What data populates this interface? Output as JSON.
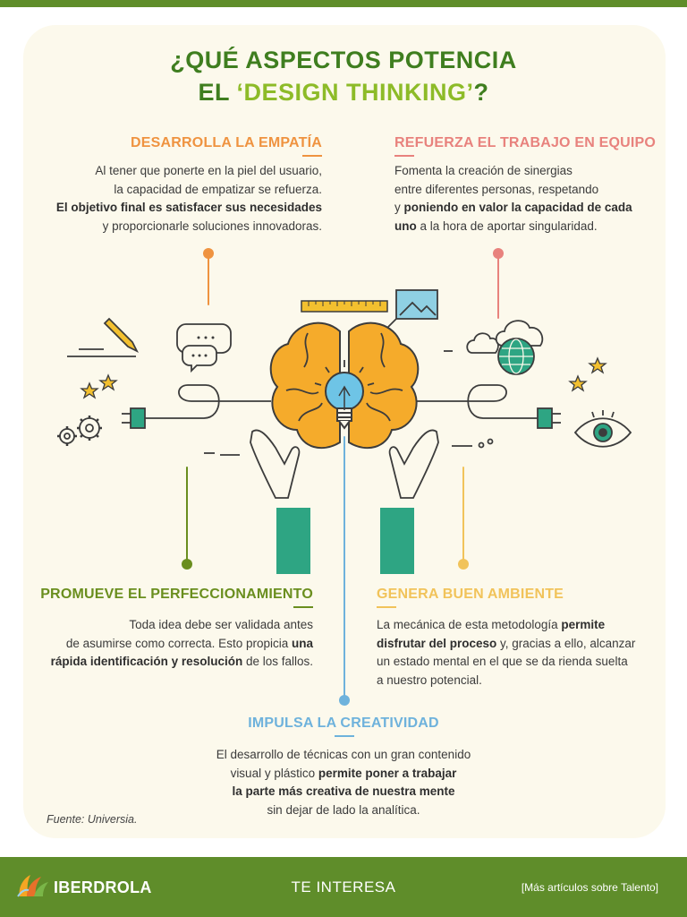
{
  "title": {
    "line1": "¿QUÉ ASPECTOS POTENCIA",
    "line2_prefix": "EL ",
    "line2_accent": "‘DESIGN THINKING’",
    "line2_suffix": "?"
  },
  "sections": {
    "empatia": {
      "heading": "DESARROLLA LA EMPATÍA",
      "l1": "Al tener que ponerte en la piel del usuario,",
      "l2": "la capacidad de empatizar se refuerza.",
      "l3": "El objetivo final es satisfacer sus necesidades",
      "l4": "y proporcionarle soluciones innovadoras.",
      "color": "#ef9340"
    },
    "equipo": {
      "heading": "REFUERZA EL TRABAJO EN EQUIPO",
      "l1": "Fomenta la creación de sinergias",
      "l2": "entre diferentes personas, respetando",
      "l3a": "y ",
      "l3b": "poniendo en valor la capacidad de cada",
      "l4a": "uno",
      "l4b": " a la hora de aportar singularidad.",
      "color": "#e8827d"
    },
    "perfeccionamiento": {
      "heading": "PROMUEVE EL PERFECCIONAMIENTO",
      "l1": "Toda idea debe ser validada antes",
      "l2a": "de asumirse como correcta. Esto propicia ",
      "l2b": "una",
      "l3a": "rápida identificación y resolución",
      "l3b": " de los fallos.",
      "color": "#6a8e1e"
    },
    "ambiente": {
      "heading": "GENERA BUEN AMBIENTE",
      "l1a": "La mecánica de esta metodología ",
      "l1b": "permite",
      "l2a": "disfrutar del proceso",
      "l2b": " y, gracias a ello, alcanzar",
      "l3": "un estado mental en el que se da rienda suelta",
      "l4": "a nuestro potencial.",
      "color": "#f1c35a"
    },
    "creatividad": {
      "heading": "IMPULSA LA CREATIVIDAD",
      "l1": "El desarrollo de técnicas con un gran contenido",
      "l2a": "visual y plástico ",
      "l2b": "permite poner a trabajar",
      "l3": "la parte más creativa de nuestra mente",
      "l4": "sin dejar de lado la analítica.",
      "color": "#6eb2dc"
    }
  },
  "source": "Fuente: Universia.",
  "footer": {
    "brand": "IBERDROLA",
    "center": "TE INTERESA",
    "link": "[Más artículos sobre Talento]"
  },
  "colors": {
    "green_dark": "#3f7e1f",
    "green_light": "#8dbb28",
    "footer_green": "#5f8d2a",
    "brain": "#f5ab2b",
    "teal": "#2ea583",
    "bulb": "#6ec4e6"
  }
}
